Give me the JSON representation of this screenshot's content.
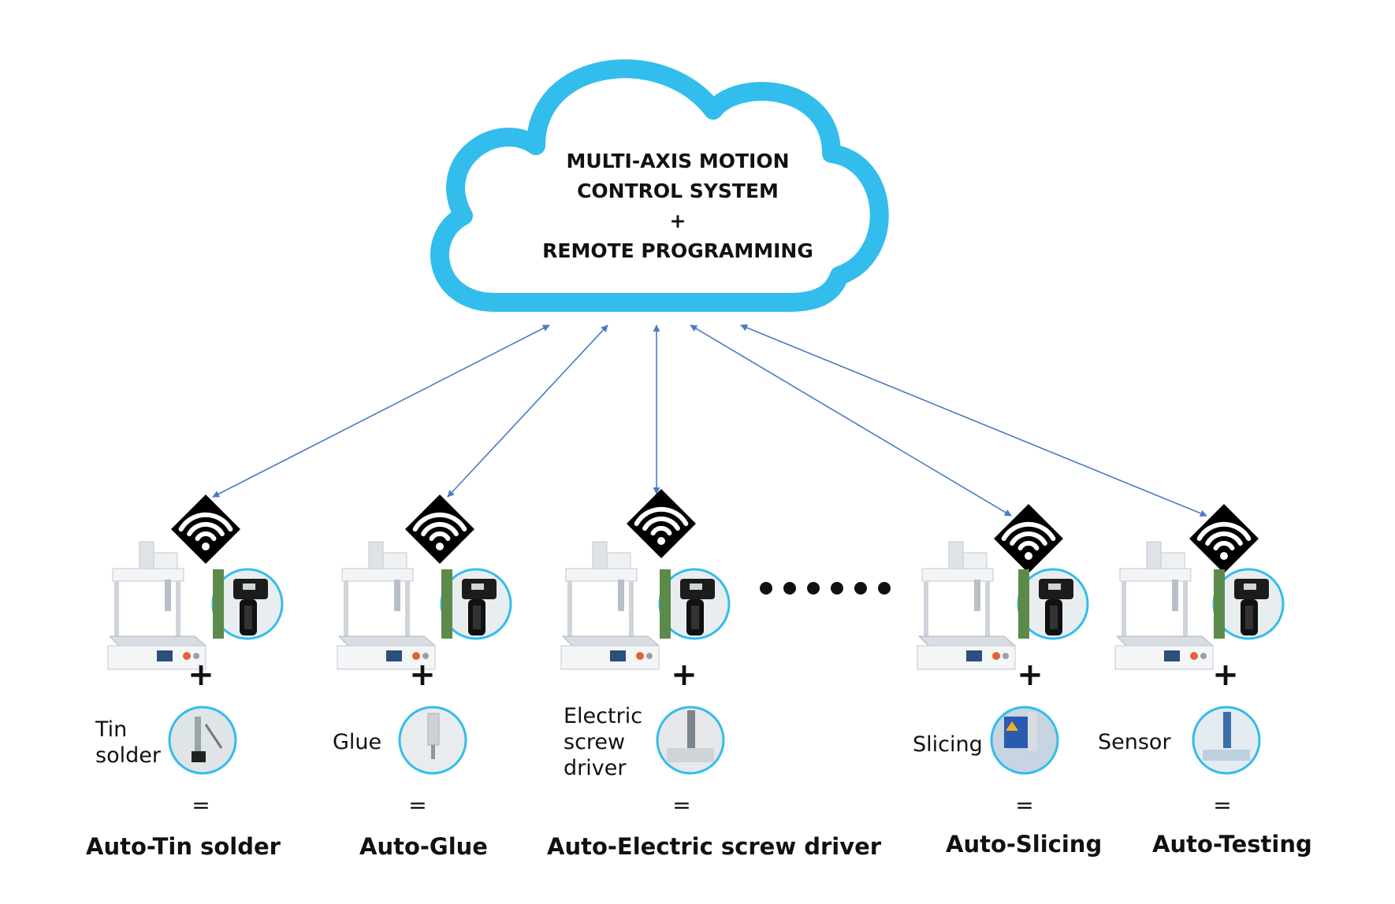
{
  "cloud": {
    "line1": "MULTI-AXIS MOTION",
    "line2": "CONTROL SYSTEM",
    "line3": "+",
    "line4": "REMOTE PROGRAMMING",
    "color": "#33bdec"
  },
  "connector_color": "#4a7cc0",
  "plus_symbol": "+",
  "equals_symbol": "=",
  "ellipsis_icon": "dot-icon",
  "units": [
    {
      "id": "tin",
      "tool_lines": [
        "Tin",
        "solder"
      ],
      "result": "Auto-Tin solder"
    },
    {
      "id": "glue",
      "tool_lines": [
        "Glue"
      ],
      "result": "Auto-Glue"
    },
    {
      "id": "screw",
      "tool_lines": [
        "Electric",
        "screw",
        "driver"
      ],
      "result": "Auto-Electric screw driver"
    },
    {
      "id": "slicing",
      "tool_lines": [
        "Slicing"
      ],
      "result": "Auto-Slicing"
    },
    {
      "id": "sensor",
      "tool_lines": [
        "Sensor"
      ],
      "result": "Auto-Testing"
    }
  ]
}
